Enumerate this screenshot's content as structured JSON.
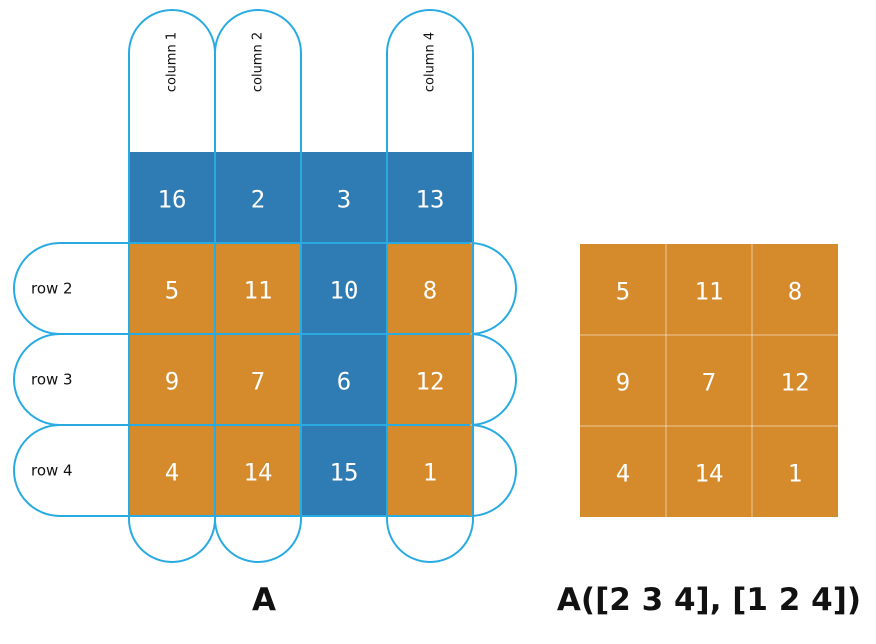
{
  "matrix_a": {
    "values": [
      [
        16,
        2,
        3,
        13
      ],
      [
        5,
        11,
        10,
        8
      ],
      [
        9,
        7,
        6,
        12
      ],
      [
        4,
        14,
        15,
        1
      ]
    ],
    "selected_rows": [
      2,
      3,
      4
    ],
    "selected_columns": [
      1,
      2,
      4
    ],
    "row_labels": [
      "row 2",
      "row 3",
      "row 4"
    ],
    "column_labels": [
      "column 1",
      "column 2",
      "column 4"
    ],
    "caption": "A"
  },
  "result": {
    "values": [
      [
        5,
        11,
        8
      ],
      [
        9,
        7,
        12
      ],
      [
        4,
        14,
        1
      ]
    ],
    "caption": "A([2 3 4], [1 2 4])"
  },
  "colors": {
    "selected": "#d58a2b",
    "unselected": "#2f7bb3",
    "outline": "#29abe2"
  }
}
